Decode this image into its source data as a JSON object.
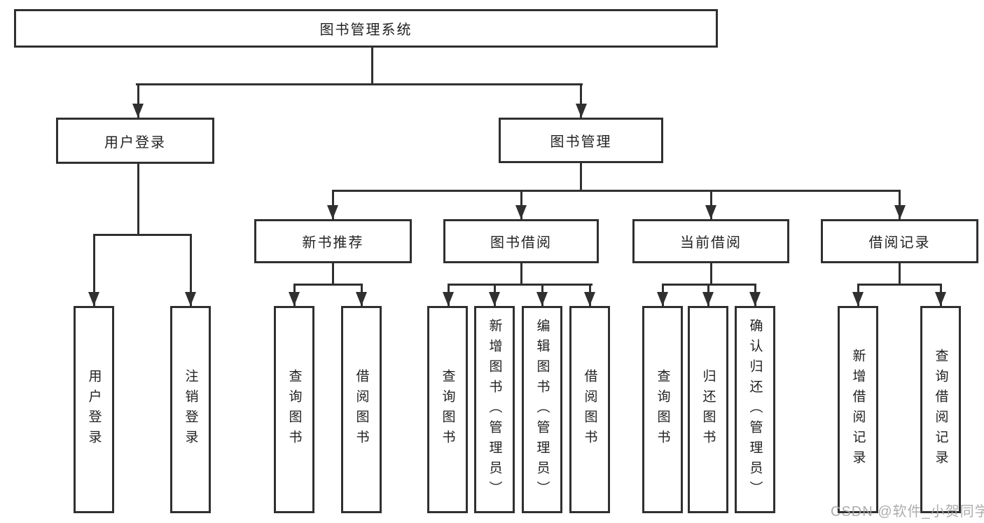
{
  "tree": {
    "label": "图书管理系统",
    "children": [
      {
        "label": "用户登录",
        "children": [
          {
            "label": "用户登录"
          },
          {
            "label": "注销登录"
          }
        ]
      },
      {
        "label": "图书管理",
        "children": [
          {
            "label": "新书推荐",
            "children": [
              {
                "label": "查询图书"
              },
              {
                "label": "借阅图书"
              }
            ]
          },
          {
            "label": "图书借阅",
            "children": [
              {
                "label": "查询图书"
              },
              {
                "label": "新增图书（管理员）"
              },
              {
                "label": "编辑图书（管理员）"
              },
              {
                "label": "借阅图书"
              }
            ]
          },
          {
            "label": "当前借阅",
            "children": [
              {
                "label": "查询图书"
              },
              {
                "label": "归还图书"
              },
              {
                "label": "确认归还（管理员）"
              }
            ]
          },
          {
            "label": "借阅记录",
            "children": [
              {
                "label": "新增借阅记录"
              },
              {
                "label": "查询借阅记录"
              }
            ]
          }
        ]
      }
    ]
  },
  "watermark": {
    "text": "CSDN @软件_小贺同学"
  },
  "colors": {
    "line": "#303030",
    "node_text": "#222222",
    "watermark_text": "#a4a4a4",
    "background": "#ffffff"
  }
}
